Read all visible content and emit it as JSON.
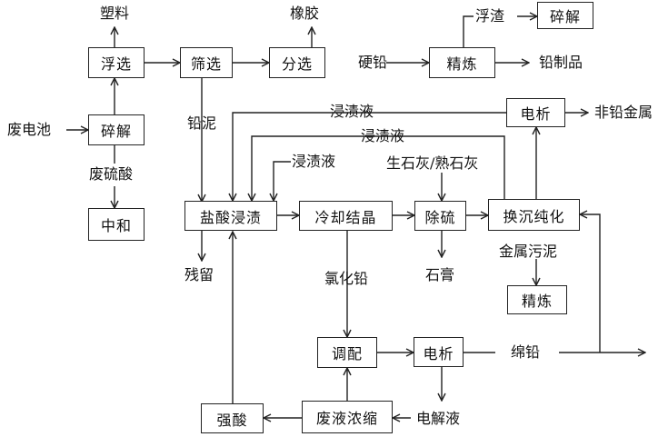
{
  "boxes": {
    "crush1": "碎解",
    "float": "浮选",
    "screen": "筛选",
    "sort": "分选",
    "refine1": "精炼",
    "crush2": "碎解",
    "neutral": "中和",
    "leach": "盐酸浸渍",
    "cool": "冷却结晶",
    "desulf": "除硫",
    "exchange": "换沉纯化",
    "electro1": "电析",
    "refine2": "精炼",
    "blend": "调配",
    "electro2": "电析",
    "strong": "强酸",
    "concen": "废液浓缩"
  },
  "labels": {
    "waste_battery": "废电池",
    "plastic": "塑料",
    "rubber": "橡胶",
    "hard_lead": "硬铅",
    "scum": "浮渣",
    "lead_products": "铅制品",
    "waste_acid": "废硫酸",
    "lead_mud": "铅泥",
    "leach_liquid1": "浸渍液",
    "leach_liquid2": "浸渍液",
    "leach_liquid3": "浸渍液",
    "nonlead_metal": "非铅金属",
    "lime": "生石灰/熟石灰",
    "residue": "残留",
    "gypsum": "石膏",
    "metal_sludge": "金属污泥",
    "lead_chloride": "氯化铅",
    "sponge_lead": "绵铅",
    "electrolyte": "电解液"
  }
}
